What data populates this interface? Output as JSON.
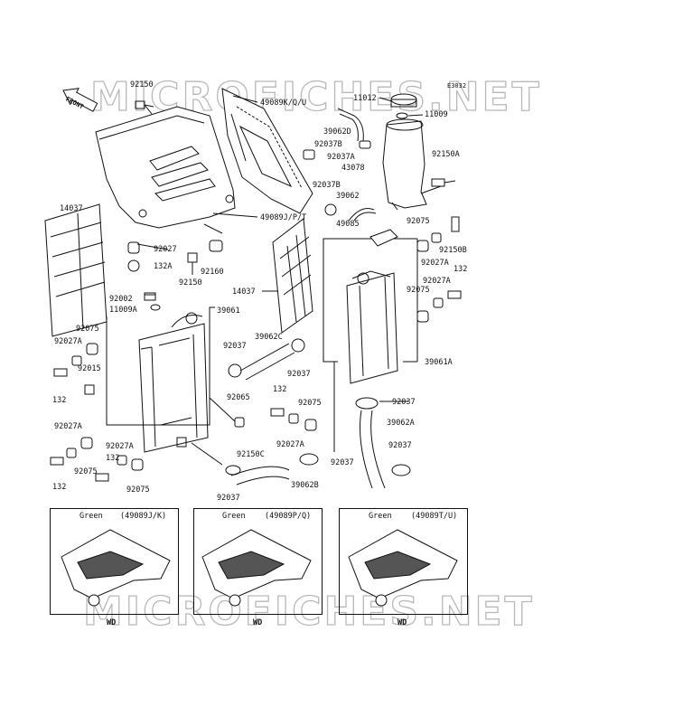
{
  "watermark": "MICROFICHES.NET",
  "diagram_id": "E3032",
  "front_arrow": "FRONT",
  "part_labels": {
    "p92150_a": "92150",
    "p49089kqu": "49089K/Q/U",
    "p11012": "11012",
    "p11009": "11009",
    "p39062d": "39062D",
    "p92037b_a": "92037B",
    "p92037a_a": "92037A",
    "p43078": "43078",
    "p92150a": "92150A",
    "p92037b_b": "92037B",
    "p39062": "39062",
    "p49089jpt": "49089J/P/T",
    "p14037_a": "14037",
    "p92027_a": "92027",
    "p132a": "132A",
    "p92160": "92160",
    "p92150_b": "92150",
    "p92075_a": "92075",
    "p49085": "49085",
    "p92150b": "92150B",
    "p92027a_a": "92027A",
    "p132_a": "132",
    "p92027a_b": "92027A",
    "p92075_b": "92075",
    "p14037_b": "14037",
    "p92002": "92002",
    "p11009a": "11009A",
    "p39061": "39061",
    "p92075_c": "92075",
    "p92027a_c": "92027A",
    "p92015": "92015",
    "p132_b": "132",
    "p92037_a": "92037",
    "p39062c": "39062C",
    "p92037_b": "92037",
    "p39061a": "39061A",
    "p92065": "92065",
    "p132_c": "132",
    "p92075_d": "92075",
    "p92037_c": "92037",
    "p92027a_d": "92027A",
    "p39062a": "39062A",
    "p92150c": "92150C",
    "p92037_d": "92037",
    "p92037_e": "92037",
    "p92027a_e": "92027A",
    "p92075_e": "92075",
    "p92027a_f": "92027A",
    "p132_d": "132",
    "p132_e": "132",
    "p92075_f": "92075",
    "p39062b": "39062B",
    "p92037_f": "92037"
  },
  "variants": [
    {
      "color": "Green",
      "code": "(49089J/K)",
      "note": "WD"
    },
    {
      "color": "Green",
      "code": "(49089P/Q)",
      "note": "WD"
    },
    {
      "color": "Green",
      "code": "(49089T/U)",
      "note": "WD"
    }
  ]
}
